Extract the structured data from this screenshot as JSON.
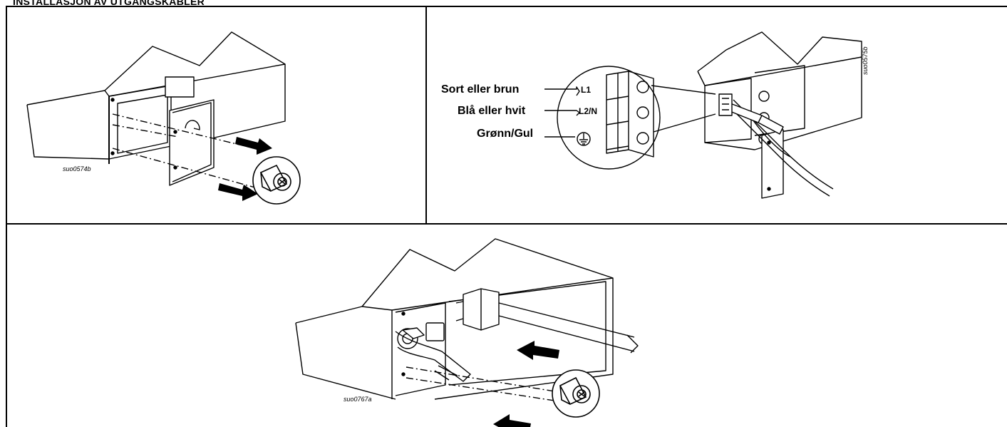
{
  "document": {
    "heading": "INSTALLASJON AV UTGANGSKABLER"
  },
  "panels": {
    "top_left": {
      "figure_code": "suo0574b"
    },
    "top_right": {
      "figure_code": "suo0575b",
      "wires": [
        {
          "color_label": "Sort eller brun",
          "terminal": "L1"
        },
        {
          "color_label": "Blå eller hvit",
          "terminal": "L2/N"
        },
        {
          "color_label": "Grønn/Gul",
          "terminal": "ground-symbol"
        }
      ]
    },
    "bottom": {
      "figure_code": "suo0767a"
    }
  }
}
